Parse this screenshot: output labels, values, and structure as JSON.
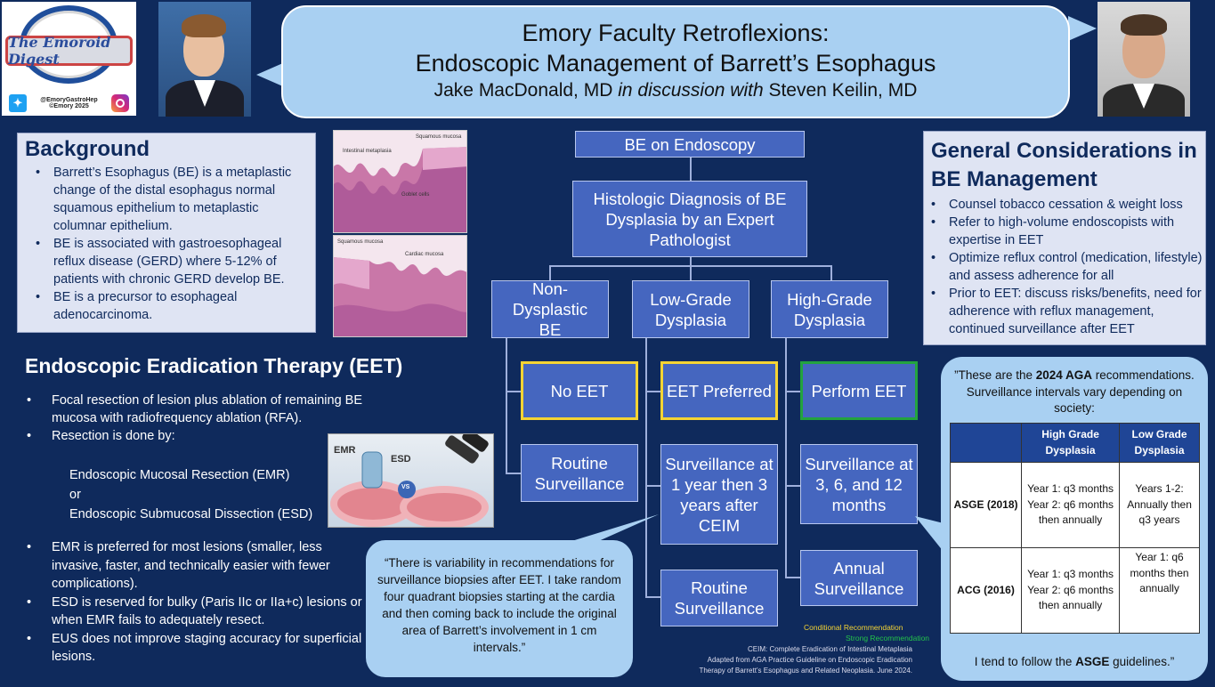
{
  "logo": {
    "title": "The Emoroid Digest",
    "handle": "@EmoryGastroHep",
    "copyright": "©Emory 2025"
  },
  "header": {
    "title_line1": "Emory Faculty Retroflexions:",
    "title_line2": "Endoscopic Management of Barrett’s Esophagus",
    "author": "Jake MacDonald, MD",
    "connector": "in discussion with",
    "faculty": "Steven Keilin, MD"
  },
  "background": {
    "title": "Background",
    "items": [
      "Barrett’s Esophagus (BE) is a metaplastic change of the distal esophagus normal squamous epithelium to metaplastic columnar epithelium.",
      "BE is associated with gastroesophageal reflux disease (GERD) where 5-12% of patients with chronic GERD develop BE.",
      "BE is a precursor to esophageal adenocarcinoma."
    ]
  },
  "histology": {
    "top_labels": [
      "Intestinal metaplasia",
      "Squamous mucosa",
      "Goblet cells"
    ],
    "bottom_labels": [
      "Squamous mucosa",
      "Cardiac mucosa"
    ]
  },
  "eet": {
    "title": "Endoscopic Eradication Therapy (EET)",
    "items": [
      "Focal resection of lesion plus ablation of remaining BE mucosa with radiofrequency ablation (RFA).",
      "Resection is done by:"
    ],
    "sub1": "Endoscopic Mucosal Resection (EMR)",
    "sub_or": "or",
    "sub2": "Endoscopic Submucosal Dissection (ESD)",
    "items2": [
      "EMR is preferred for most lesions (smaller, less invasive, faster, and technically easier with fewer complications).",
      "ESD is reserved for bulky (Paris IIc or IIa+c) lesions or when EMR fails to adequately resect.",
      "EUS does not improve staging accuracy for superficial lesions."
    ],
    "image_labels": [
      "EMR",
      "ESD",
      "VS"
    ]
  },
  "flow": {
    "root": "BE on Endoscopy",
    "diagnosis": "Histologic Diagnosis of BE Dysplasia by an Expert Pathologist",
    "cat_nd": "Non-Dysplastic BE",
    "cat_lgd": "Low-Grade Dysplasia",
    "cat_hgd": "High-Grade Dysplasia",
    "rec_nd": "No EET",
    "rec_lgd": "EET Preferred",
    "rec_hgd": "Perform EET",
    "surv_nd": "Routine Surveillance",
    "surv_lgd": "Surveillance at 1 year then 3 years after CEIM",
    "surv_hgd": "Surveillance at 3, 6, and 12 months",
    "surv_lgd2": "Routine Surveillance",
    "surv_hgd2": "Annual Surveillance"
  },
  "considerations": {
    "title": "General Considerations in BE Management",
    "items": [
      "Counsel tobacco cessation & weight loss",
      "Refer to high-volume endoscopists with expertise in EET",
      "Optimize reflux control (medication, lifestyle) and assess adherence for all",
      "Prior to EET: discuss risks/benefits, need for adherence with reflux management, continued surveillance after EET"
    ]
  },
  "quote1": {
    "text": "“There is variability in recommendations for surveillance biopsies after EET. I take random four quadrant biopsies starting at the cardia and then coming back to include the original area of Barrett’s involvement in 1 cm intervals.”"
  },
  "quote2": {
    "intro_a": "”These are the ",
    "intro_b": "2024 AGA",
    "intro_c": " recommendations. Surveillance intervals vary depending on society:",
    "headers": [
      "",
      "High Grade Dysplasia",
      "Low Grade Dysplasia"
    ],
    "rows": [
      {
        "society": "ASGE (2018)",
        "hgd": "Year 1: q3 months Year 2: q6 months then annually",
        "lgd": "Years 1-2: Annually then q3 years"
      },
      {
        "society": "ACG (2016)",
        "hgd": "Year 1: q3 months Year 2: q6 months then annually",
        "lgd": "Year 1: q6 months then annually"
      }
    ],
    "foot_a": "I tend to follow the ",
    "foot_b": "ASGE",
    "foot_c": " guidelines.”"
  },
  "legend": {
    "conditional": "Conditional Recommendation",
    "strong": "Strong Recommendation",
    "conditional_color": "#f5d433",
    "strong_color": "#23a33f"
  },
  "footnote": {
    "line1": "CEIM: Complete Eradication of Intestinal Metaplasia",
    "line2": "Adapted from AGA Practice Guideline on Endoscopic Eradication",
    "line3": "Therapy of Barrett’s Esophagus and Related Neoplasia. June 2024."
  }
}
